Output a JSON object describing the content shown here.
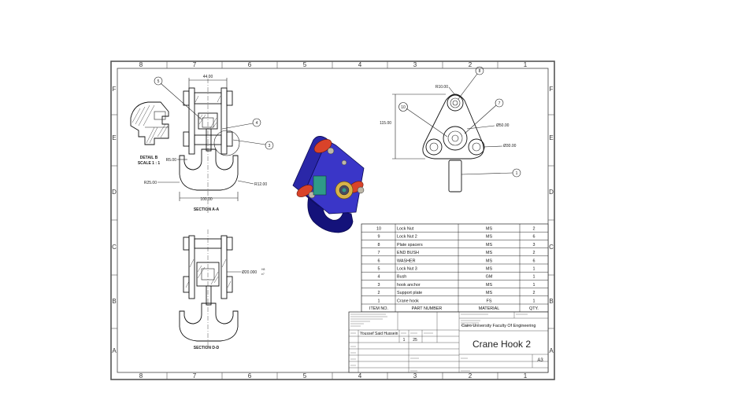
{
  "sheet": {
    "zones_top": [
      "8",
      "7",
      "6",
      "5",
      "4",
      "3",
      "2",
      "1"
    ],
    "zones_bottom": [
      "8",
      "7",
      "6",
      "5",
      "4",
      "3",
      "2",
      "1"
    ],
    "zones_left": [
      "F",
      "E",
      "D",
      "C",
      "B",
      "A"
    ],
    "zones_right": [
      "F",
      "E",
      "D",
      "C",
      "B",
      "A"
    ]
  },
  "views": {
    "detail_b_title": "DETAIL B",
    "detail_b_scale": "SCALE 1 : 1",
    "section_aa": "SECTION A-A",
    "section_dd": "SECTION D-D"
  },
  "dims": {
    "d44": "44.00",
    "r5": "R5.00",
    "r25": "R25.00",
    "d100": "100.00",
    "r12": "R12.00",
    "phi20_h": "Ø20.000",
    "fit_upper": "H8",
    "fit_lower": "e7",
    "r10": "R10.00",
    "h115": "115.00",
    "phi50": "Ø50.00",
    "phi30": "Ø30.00"
  },
  "balloons": {
    "aa_5": "5",
    "aa_4": "4",
    "aa_3": "3",
    "top_8": "8",
    "top_10": "10",
    "top_7": "7",
    "top_1": "1"
  },
  "bom": {
    "rows": [
      {
        "item": "10",
        "part": "Lock Nut",
        "material": "MS",
        "qty": "2"
      },
      {
        "item": "9",
        "part": "Lock Nut 2",
        "material": "MS",
        "qty": "6"
      },
      {
        "item": "8",
        "part": "Plate spacers",
        "material": "MS",
        "qty": "3"
      },
      {
        "item": "7",
        "part": "END BUSH",
        "material": "MS",
        "qty": "2"
      },
      {
        "item": "6",
        "part": "WASHER",
        "material": "MS",
        "qty": "6"
      },
      {
        "item": "5",
        "part": "Lock Nut 3",
        "material": "MS",
        "qty": "1"
      },
      {
        "item": "4",
        "part": "Bush",
        "material": "GM",
        "qty": "1"
      },
      {
        "item": "3",
        "part": "hook anchor",
        "material": "MS",
        "qty": "1"
      },
      {
        "item": "2",
        "part": "Support plate",
        "material": "MS",
        "qty": "2"
      },
      {
        "item": "1",
        "part": "Crane hook",
        "material": "FS",
        "qty": "1"
      }
    ],
    "header": {
      "item": "ITEM NO.",
      "part": "PART NUMBER",
      "material": "MATERIAL",
      "qty": "QTY."
    }
  },
  "title_block": {
    "drawn_name": "Youssef Said Hussein",
    "cell_1": "1",
    "cell_25": "25",
    "organization": "Cairo University Faculty Of Engineering",
    "title": "Crane Hook 2",
    "size": "A3"
  },
  "colors": {
    "border": "#555555",
    "line": "#111111",
    "model_blue": "#3a36c8",
    "model_dark": "#14127a",
    "model_red": "#d9432a",
    "model_gold": "#d7b24a",
    "model_teal": "#2f9a88"
  }
}
